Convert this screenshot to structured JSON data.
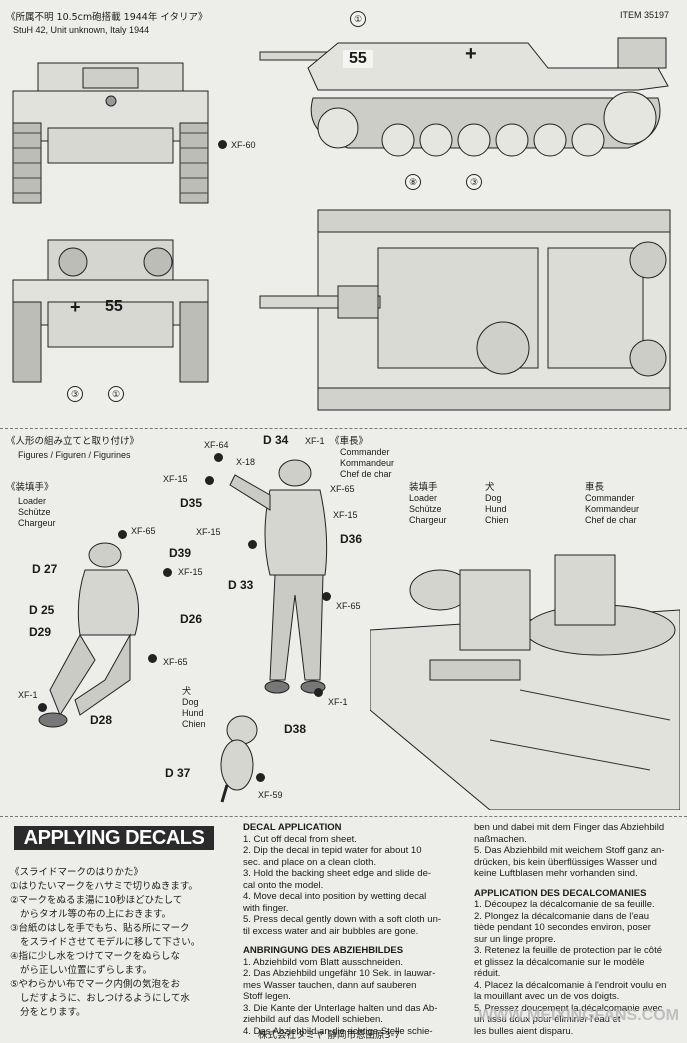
{
  "header": {
    "caption_jp": "《所属不明 10.5cm砲搭載 1944年 イタリア》",
    "caption_en": "StuH 42, Unit unknown, Italy 1944",
    "item": "ITEM 35197"
  },
  "vehicle": {
    "number": "55",
    "callouts": {
      "c1": "①",
      "c3": "③",
      "c8": "⑧"
    },
    "color_code": "XF-60"
  },
  "figures_section": {
    "title_jp": "《人形の組み立てと取り付け》",
    "title_en": "Figures / Figuren / Figurines",
    "commander_jp": "《車長》",
    "commander": [
      "Commander",
      "Kommandeur",
      "Chef de char"
    ],
    "loader_jp": "《装填手》",
    "loader": [
      "Loader",
      "Schütze",
      "Chargeur"
    ],
    "dog_jp": "犬",
    "dog": [
      "Dog",
      "Hund",
      "Chien"
    ],
    "diagram_loader_jp": "装填手",
    "diagram_dog_jp": "犬",
    "diagram_commander_jp": "車長"
  },
  "parts": {
    "d34": "D 34",
    "d35": "D35",
    "d36": "D36",
    "d33": "D 33",
    "d39": "D39",
    "d27": "D 27",
    "d25": "D 25",
    "d26": "D26",
    "d29": "D29",
    "d28": "D28",
    "d38": "D38",
    "d37": "D 37"
  },
  "paints": {
    "xf64": "XF-64",
    "xf1a": "XF-1",
    "x18": "X-18",
    "xf15a": "XF-15",
    "xf65a": "XF-65",
    "xf15b": "XF-15",
    "xf15c": "XF-15",
    "xf65b": "XF-65",
    "xf1b": "XF-1",
    "xf65c": "XF-65",
    "xf15d": "XF-15",
    "xf65d": "XF-65",
    "xf1c": "XF-1",
    "xf59": "XF-59"
  },
  "decals": {
    "banner": "APPLYING DECALS",
    "jp_title": "《スライドマークのはりかた》",
    "jp_lines": [
      "①はりたいマークをハサミで切りぬきます。",
      "②マークをぬるま湯に10秒ほどひたして",
      "からタオル等の布の上におきます。",
      "③台紙のはしを手でもち、貼る所にマーク",
      "をスライドさせてモデルに移して下さい。",
      "④指に少し水をつけてマークをぬらしな",
      "がら正しい位置にずらします。",
      "⑤やわらかい布でマーク内側の気泡をお",
      "しだすように、おしつけるようにして水",
      "分をとります。"
    ],
    "en_title": "DECAL APPLICATION",
    "en_lines": [
      "1. Cut off decal from sheet.",
      "2. Dip the decal in tepid water for about 10",
      "sec. and place on a clean cloth.",
      "3. Hold the backing sheet edge and slide de-",
      "cal onto the model.",
      "4. Move decal into position by wetting decal",
      "with finger.",
      "5. Press decal gently down with a soft cloth un-",
      "til excess water and air bubbles are gone."
    ],
    "de_title": "ANBRINGUNG DES ABZIEHBILDES",
    "de_lines": [
      "1. Abziehbild vom Blatt ausschneiden.",
      "2. Das Abziehbild ungefähr 10 Sek. in lauwar-",
      "mes Wasser tauchen, dann auf sauberen",
      "Stoff legen.",
      "3. Die Kante der Unterlage halten und das Ab-",
      "ziehbild auf das Modell schieben.",
      "4. Das Abziehbild an die richtige Stelle schie-"
    ],
    "de_cont": [
      "ben und dabei mit dem Finger das Abziehbild",
      "naßmachen.",
      "5. Das Abziehbild mit weichem Stoff ganz an-",
      "drücken, bis kein überflüssiges Wasser und",
      "keine Luftblasen mehr vorhanden sind."
    ],
    "fr_title": "APPLICATION DES DECALCOMANIES",
    "fr_lines": [
      "1. Découpez la décalcomanie de sa feuille.",
      "2. Plongez la décalcomanie dans de l'eau",
      "tiède pendant 10 secondes environ, poser",
      "sur un linge propre.",
      "3. Retenez la feuille de protection par le côté",
      "et glissez la décalcomanie sur le modèle",
      "réduit.",
      "4. Placez la décalcomanie à l'endroit voulu en",
      "la mouillant avec un de vos doigts.",
      "5. Pressez doucement la décalcomanie avec",
      "un tissu doux pour éliminer l'eau et",
      "les bulles aient disparu."
    ],
    "footer": "株式会社タミヤ 静岡市恩田原3-7",
    "watermark": "WWW.MEIXINGFANS.COM"
  }
}
